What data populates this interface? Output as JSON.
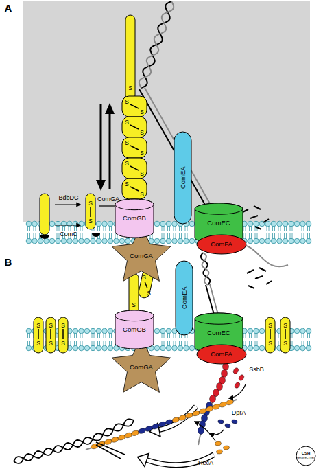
{
  "diagram": {
    "nodes": [
      {
        "text": [
          "ComGB"
        ]
      },
      {
        "text": [
          "ComGA"
        ]
      },
      {
        "text": [
          "ComEA"
        ]
      },
      {
        "text": [
          "ComEC"
        ]
      },
      {
        "text": [
          "ComFA"
        ]
      },
      {
        "text": [
          "ComGB"
        ]
      },
      {
        "text": [
          "ComGA"
        ]
      },
      {
        "text": [
          "ComEA"
        ]
      },
      {
        "text": [
          "ComEC"
        ]
      },
      {
        "text": [
          "ComFA"
        ]
      }
    ],
    "labels": [
      "A",
      "BdbDC",
      "ComC",
      "ComGA",
      "S",
      "S",
      "S",
      "S",
      "S",
      "S",
      "S",
      "S",
      "S",
      "S",
      "S",
      "S",
      "S",
      "B",
      "S",
      "S",
      "S",
      "S",
      "S",
      "S",
      "S",
      "S",
      "S",
      "S",
      "S",
      "S",
      "S",
      "SsbB",
      "DprA",
      "RecA",
      "CSH",
      "PERSPECTIVES"
    ]
  }
}
